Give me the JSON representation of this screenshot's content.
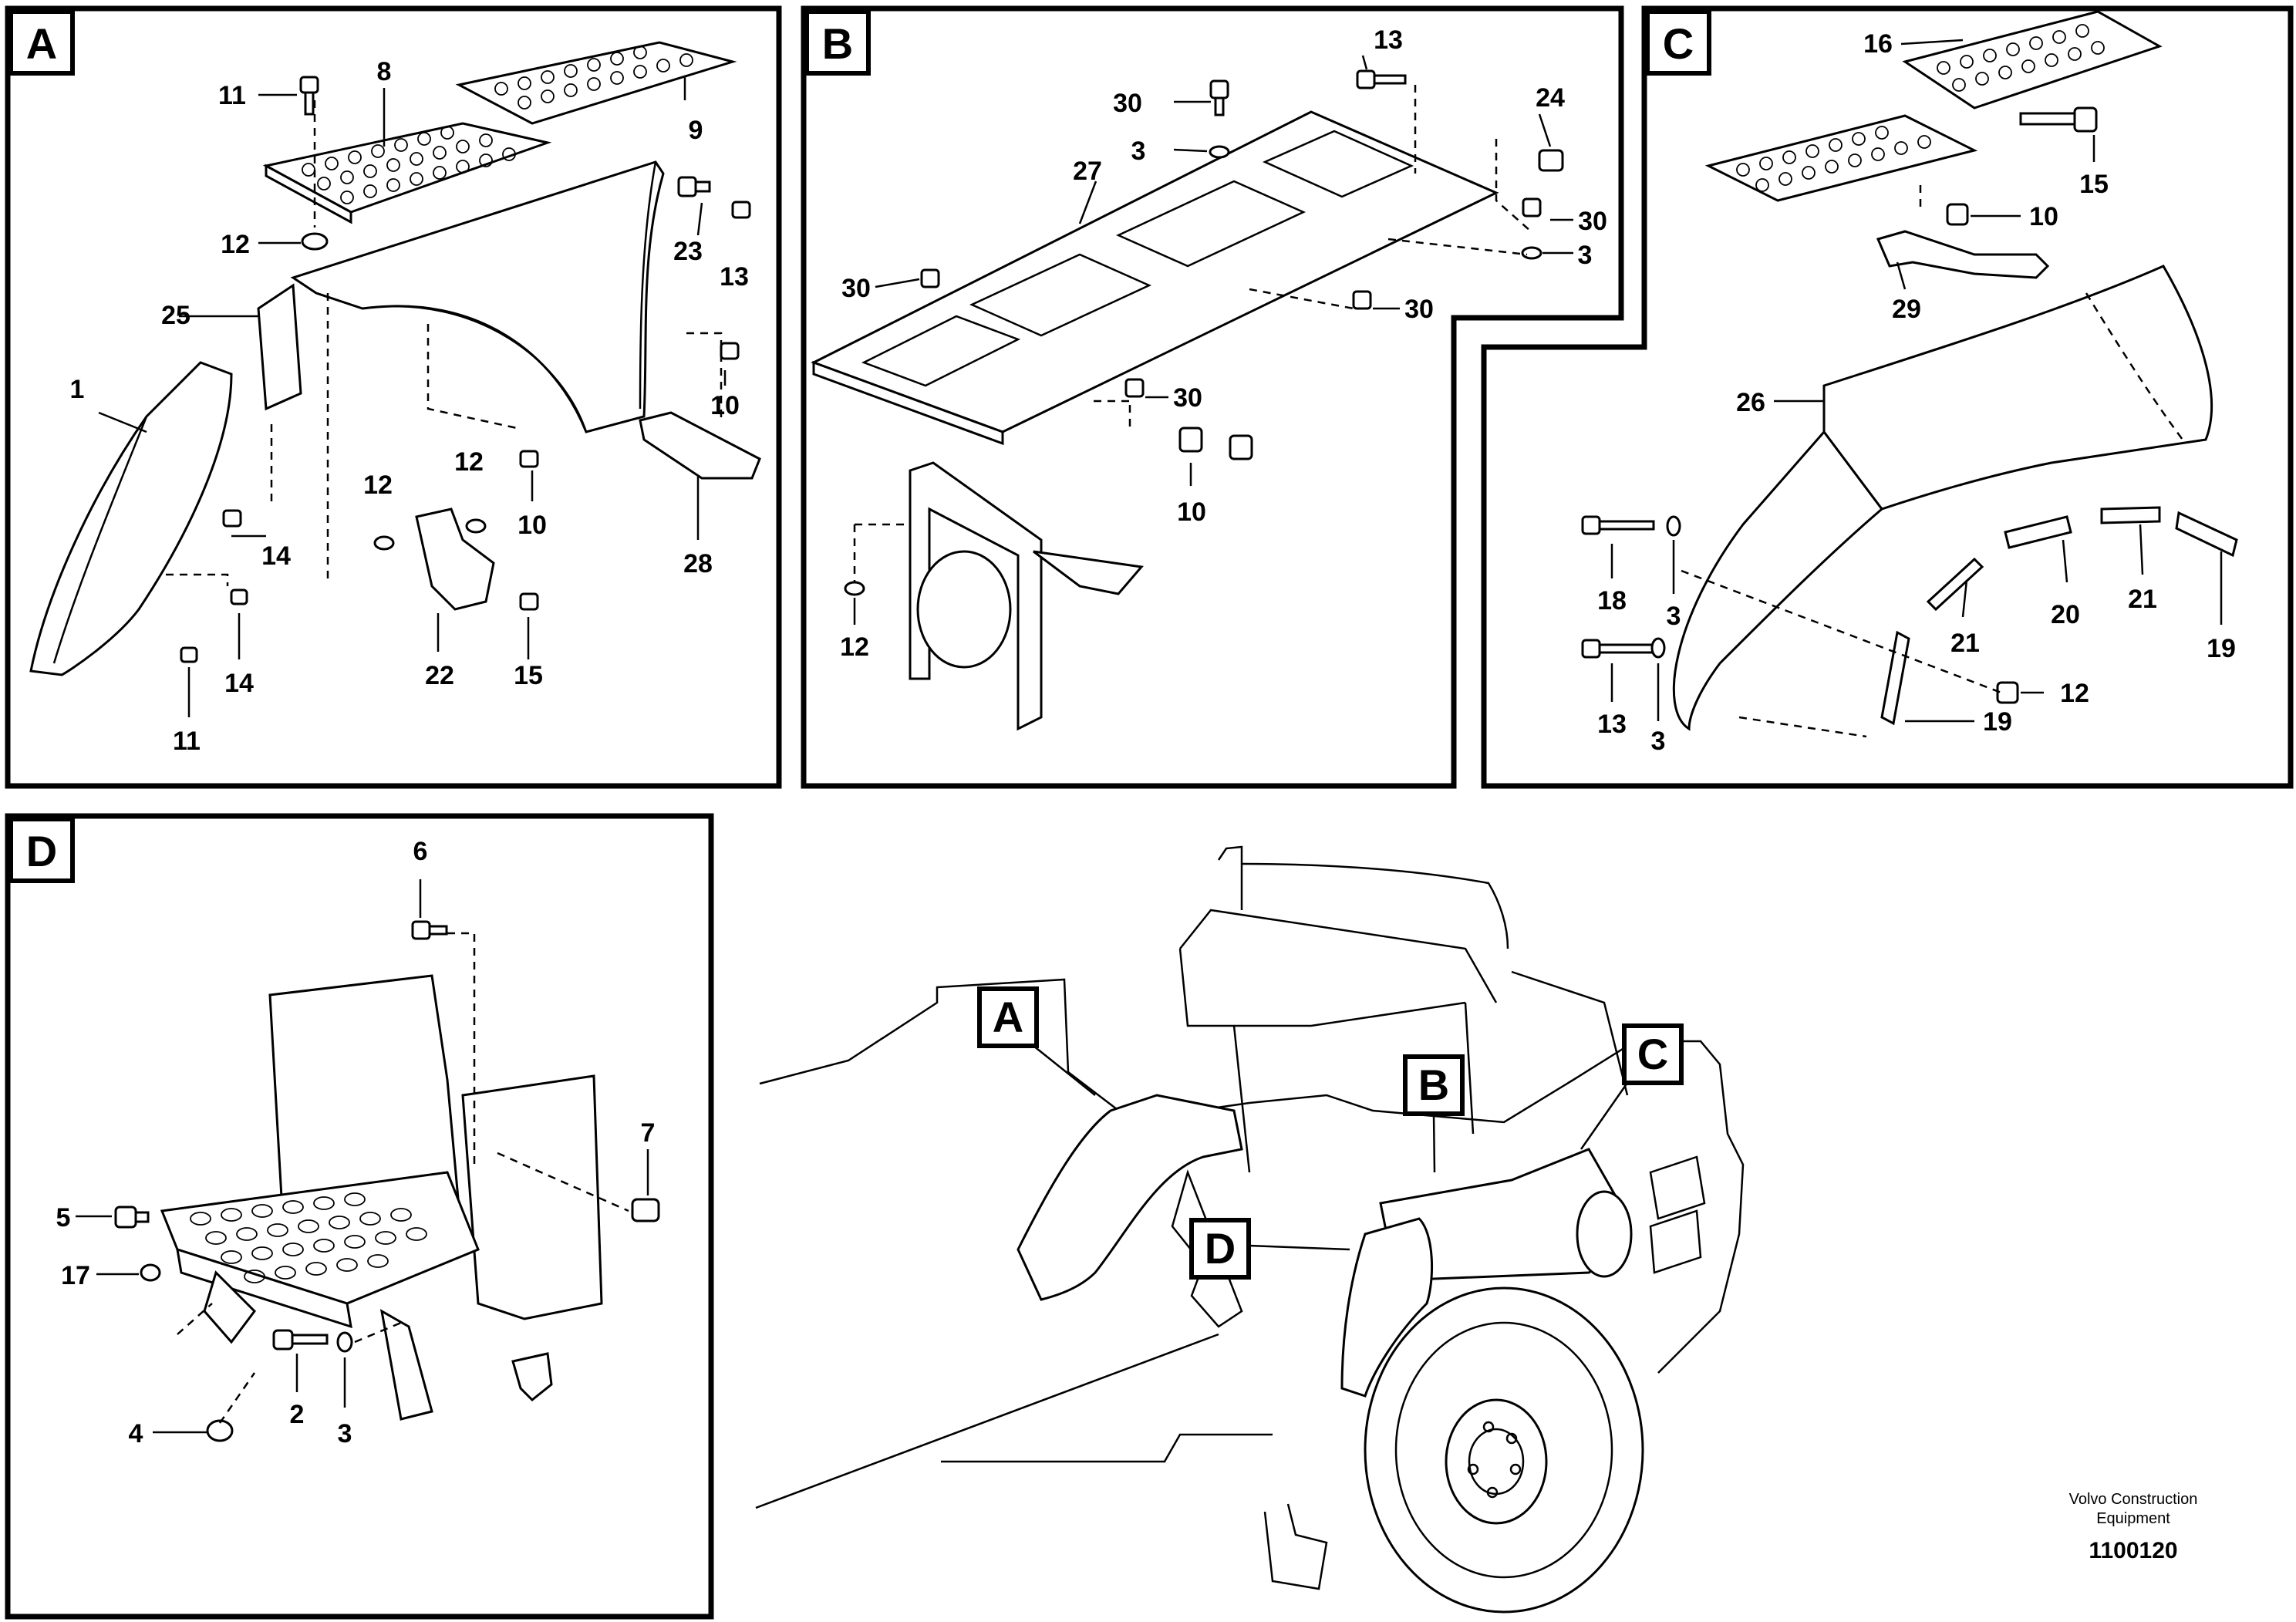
{
  "panels": {
    "A": {
      "letter": "A",
      "labels": {
        "p11a": "11",
        "p8": "8",
        "p9": "9",
        "p12a": "12",
        "p23": "23",
        "p13": "13",
        "p25": "25",
        "p1": "1",
        "p10a": "10",
        "p14a": "14",
        "p12b": "12",
        "p12c": "12",
        "p10b": "10",
        "p28": "28",
        "p14b": "14",
        "p11b": "11",
        "p22": "22",
        "p15": "15"
      }
    },
    "B": {
      "letter": "B",
      "labels": {
        "p13": "13",
        "p30a": "30",
        "p24": "24",
        "p3a": "3",
        "p27": "27",
        "p30b": "30",
        "p3b": "3",
        "p30c": "30",
        "p30d": "30",
        "p30e": "30",
        "p10": "10",
        "p12": "12"
      }
    },
    "C": {
      "letter": "C",
      "labels": {
        "p16": "16",
        "p15": "15",
        "p10": "10",
        "p29": "29",
        "p26": "26",
        "p18": "18",
        "p3a": "3",
        "p20": "20",
        "p21a": "21",
        "p21b": "21",
        "p19a": "19",
        "p13": "13",
        "p12": "12",
        "p3b": "3",
        "p19b": "19"
      }
    },
    "D": {
      "letter": "D",
      "labels": {
        "p6": "6",
        "p7": "7",
        "p5": "5",
        "p17": "17",
        "p2": "2",
        "p3": "3",
        "p4": "4"
      }
    }
  },
  "overview": {
    "callouts": {
      "A": "A",
      "B": "B",
      "C": "C",
      "D": "D"
    }
  },
  "footer": {
    "brand_line1": "Volvo Construction",
    "brand_line2": "Equipment",
    "doc_number": "1100120"
  }
}
